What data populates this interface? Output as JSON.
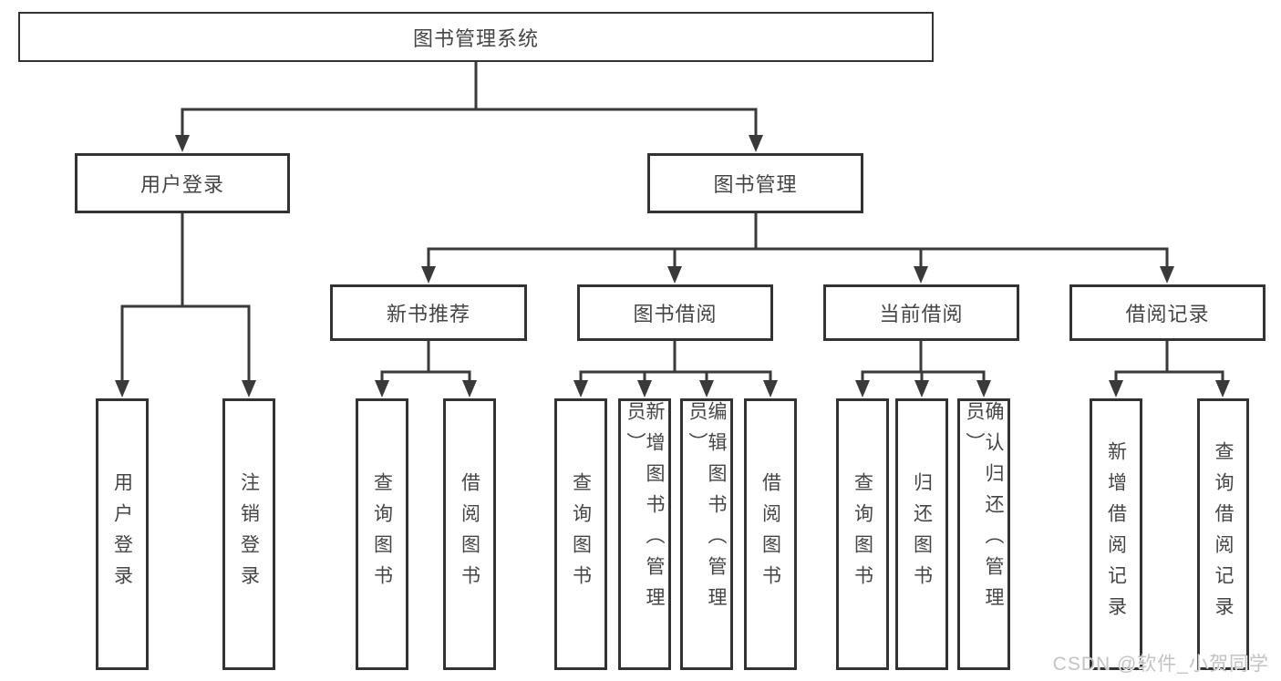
{
  "diagram_title": "图书管理系统",
  "colors": {
    "line": "#3a3a3a",
    "box_border": "#333333",
    "text": "#454545",
    "watermark": "#c3c3c3",
    "background": "#ffffff"
  },
  "tree": {
    "label": "图书管理系统",
    "children": [
      {
        "label": "用户登录",
        "children": [
          {
            "label": "用户登录"
          },
          {
            "label": "注销登录"
          }
        ]
      },
      {
        "label": "图书管理",
        "children": [
          {
            "label": "新书推荐",
            "children": [
              {
                "label": "查询图书"
              },
              {
                "label": "借阅图书"
              }
            ]
          },
          {
            "label": "图书借阅",
            "children": [
              {
                "label": "查询图书"
              },
              {
                "label": "新增图书（管理员）"
              },
              {
                "label": "编辑图书（管理员）"
              },
              {
                "label": "借阅图书"
              }
            ]
          },
          {
            "label": "当前借阅",
            "children": [
              {
                "label": "查询图书"
              },
              {
                "label": "归还图书"
              },
              {
                "label": "确认归还（管理员）"
              }
            ]
          },
          {
            "label": "借阅记录",
            "children": [
              {
                "label": "新增借阅记录"
              },
              {
                "label": "查询借阅记录"
              }
            ]
          }
        ]
      }
    ]
  },
  "watermark": "CSDN @软件_小贺同学"
}
